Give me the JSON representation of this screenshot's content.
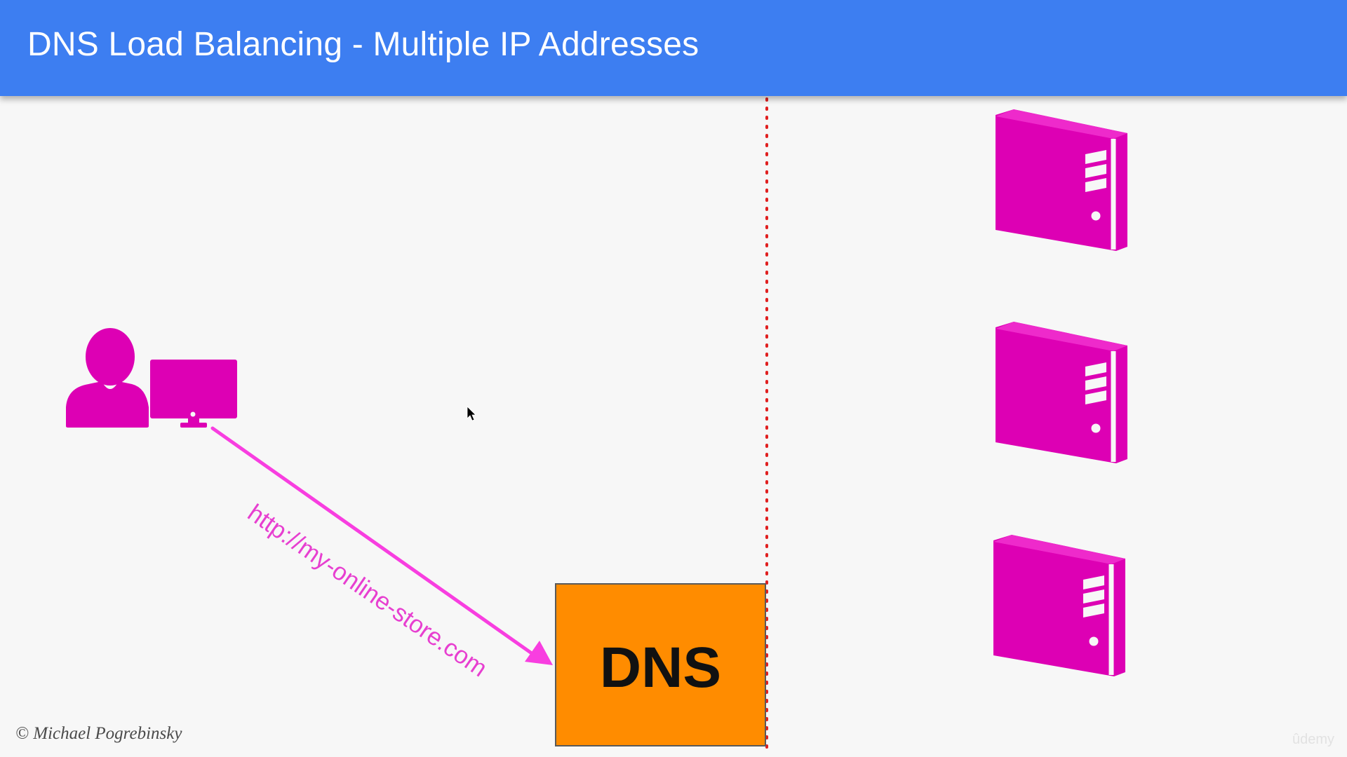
{
  "header": {
    "title": "DNS Load Balancing - Multiple IP Addresses"
  },
  "diagram": {
    "url_label": "http://my-online-store.com",
    "dns_label": "DNS",
    "copyright": "© Michael Pogrebinsky",
    "watermark": "ûdemy",
    "icons": [
      "user-icon",
      "computer-monitor-icon",
      "server-tower-icon"
    ]
  },
  "colors": {
    "header_bg": "#3d7ef1",
    "icon_magenta": "#dd00b4",
    "arrow_magenta": "#f83ee0",
    "dns_orange": "#ff8c00",
    "divider_red": "#e02020",
    "background": "#f7f7f7"
  }
}
